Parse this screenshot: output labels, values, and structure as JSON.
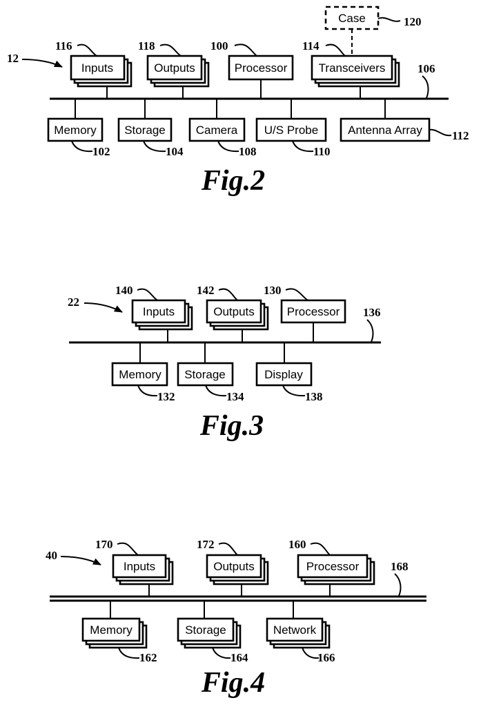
{
  "fig2": {
    "title": "Fig.2",
    "system_ref": "12",
    "bus_ref": "106",
    "inputs": {
      "label": "Inputs",
      "ref": "116"
    },
    "outputs": {
      "label": "Outputs",
      "ref": "118"
    },
    "processor": {
      "label": "Processor",
      "ref": "100"
    },
    "transceivers": {
      "label": "Transceivers",
      "ref": "114"
    },
    "case": {
      "label": "Case",
      "ref": "120"
    },
    "memory": {
      "label": "Memory",
      "ref": "102"
    },
    "storage": {
      "label": "Storage",
      "ref": "104"
    },
    "camera": {
      "label": "Camera",
      "ref": "108"
    },
    "probe": {
      "label": "U/S Probe",
      "ref": "110"
    },
    "antenna": {
      "label": "Antenna Array",
      "ref": "112"
    }
  },
  "fig3": {
    "title": "Fig.3",
    "system_ref": "22",
    "bus_ref": "136",
    "inputs": {
      "label": "Inputs",
      "ref": "140"
    },
    "outputs": {
      "label": "Outputs",
      "ref": "142"
    },
    "processor": {
      "label": "Processor",
      "ref": "130"
    },
    "memory": {
      "label": "Memory",
      "ref": "132"
    },
    "storage": {
      "label": "Storage",
      "ref": "134"
    },
    "display": {
      "label": "Display",
      "ref": "138"
    }
  },
  "fig4": {
    "title": "Fig.4",
    "system_ref": "40",
    "bus_ref": "168",
    "inputs": {
      "label": "Inputs",
      "ref": "170"
    },
    "outputs": {
      "label": "Outputs",
      "ref": "172"
    },
    "processor": {
      "label": "Processor",
      "ref": "160"
    },
    "memory": {
      "label": "Memory",
      "ref": "162"
    },
    "storage": {
      "label": "Storage",
      "ref": "164"
    },
    "network": {
      "label": "Network",
      "ref": "166"
    }
  }
}
